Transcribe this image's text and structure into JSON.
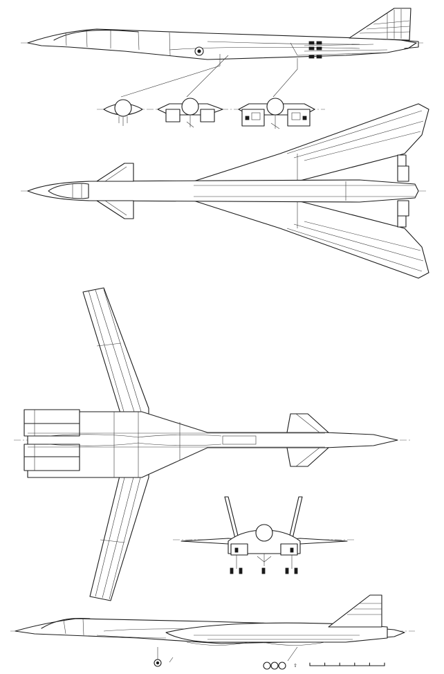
{
  "drawing": {
    "views": [
      {
        "id": "side-view-upper"
      },
      {
        "id": "cross-sections"
      },
      {
        "id": "top-view-wings-swept"
      },
      {
        "id": "top-view-wings-extended"
      },
      {
        "id": "front-view"
      },
      {
        "id": "side-view-lower"
      }
    ],
    "scale_bar": {
      "label": "⇧",
      "segments": 5
    },
    "colors": {
      "line": "#1a1a1a",
      "background": "#ffffff"
    }
  }
}
